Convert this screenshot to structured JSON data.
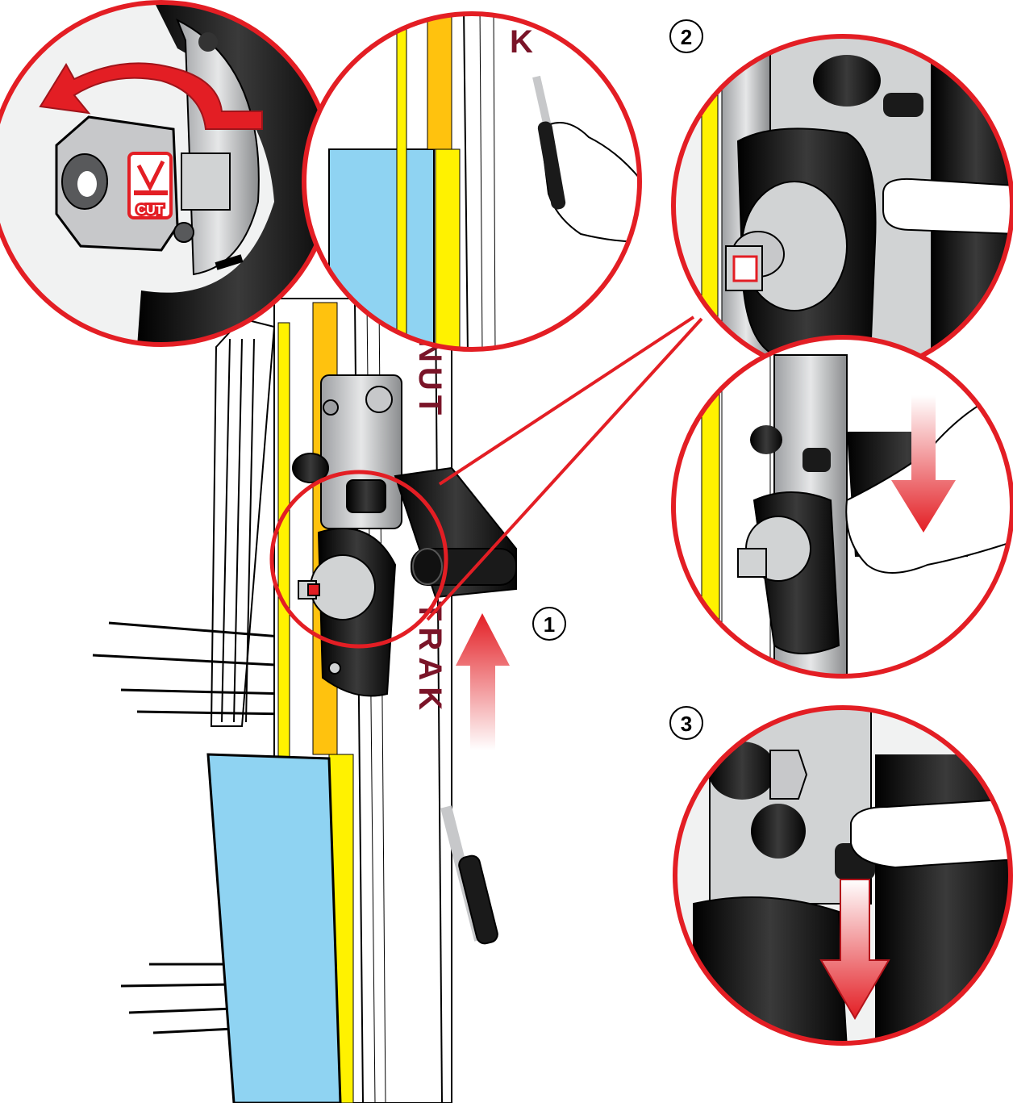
{
  "colors": {
    "red": "#e31e24",
    "dark_red": "#7a1428",
    "yellow": "#fff200",
    "orange": "#ffc20e",
    "blue": "#8fd3f2",
    "metal": "#c7c8ca",
    "black": "#1a1a1a"
  },
  "steps": {
    "step1": "1",
    "step2": "2",
    "step3": "3"
  },
  "brand": {
    "letter_top": "K",
    "vertical_upper": "NUT",
    "vertical_lower": "TRAK"
  },
  "badge": {
    "big_label": "CUT"
  }
}
